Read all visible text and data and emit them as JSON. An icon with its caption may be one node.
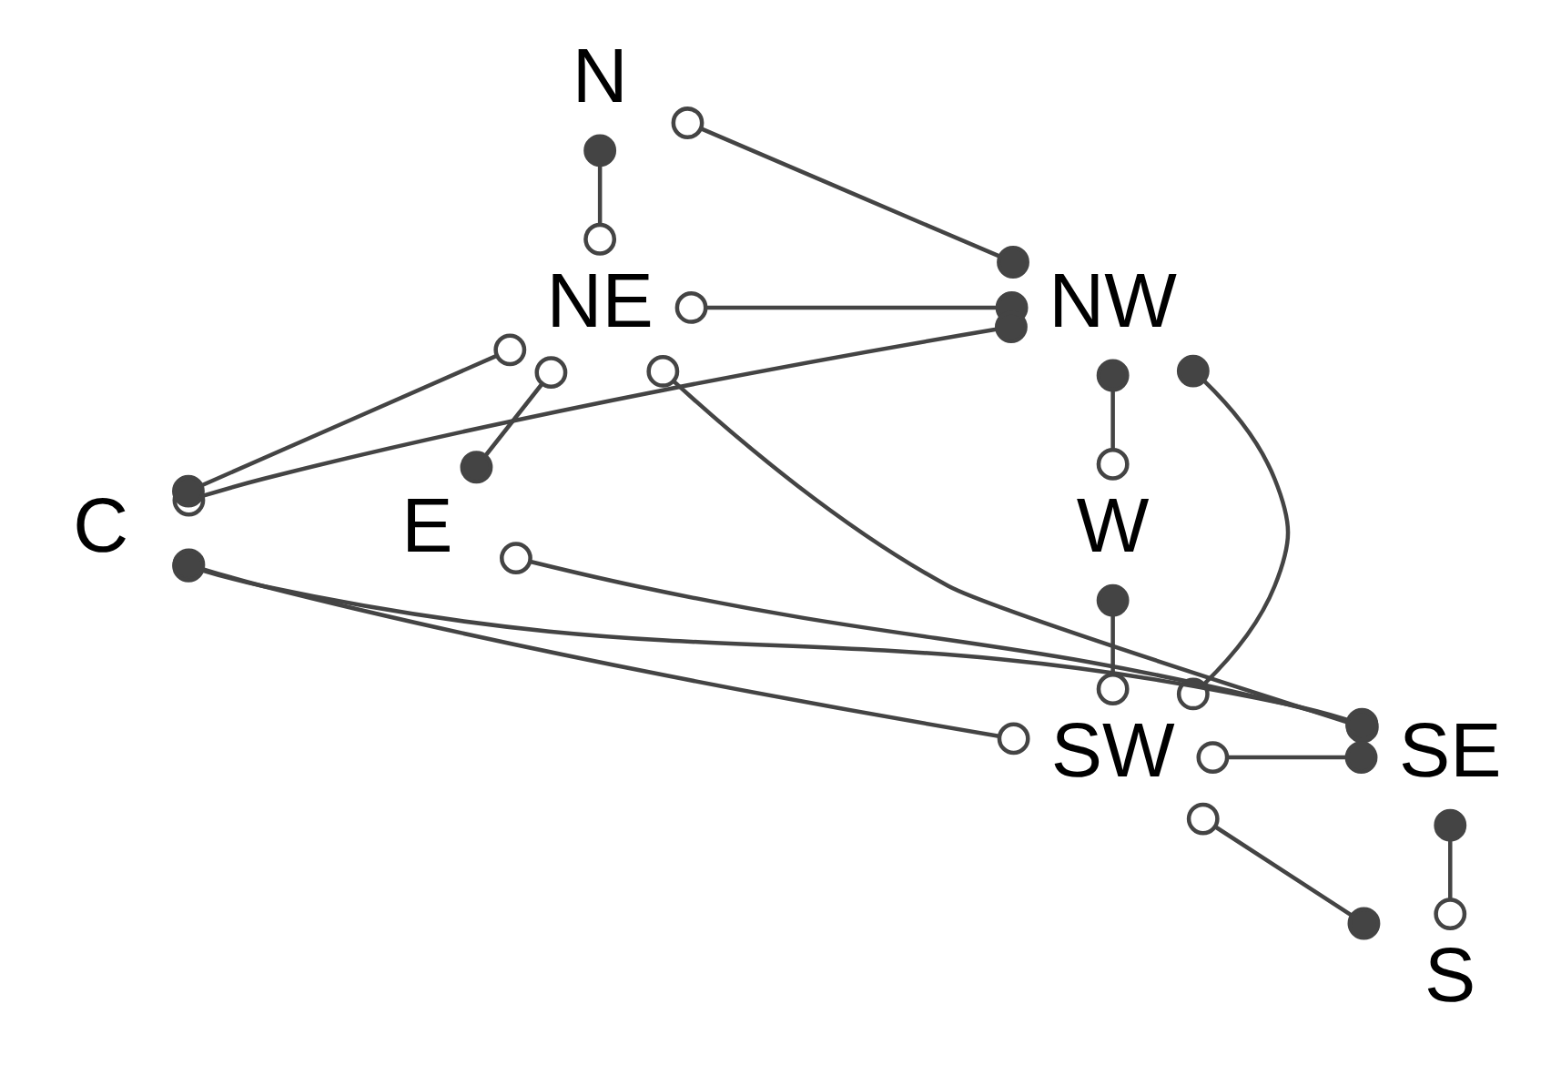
{
  "diagram": {
    "nodes": [
      {
        "text": [
          "N"
        ]
      },
      {
        "text": [
          "NW"
        ]
      },
      {
        "text": [
          "NE"
        ]
      },
      {
        "text": [
          "W"
        ]
      },
      {
        "text": [
          "C"
        ]
      },
      {
        "text": [
          "E"
        ]
      },
      {
        "text": [
          "SW"
        ]
      },
      {
        "text": [
          "SE"
        ]
      },
      {
        "text": [
          "S"
        ]
      }
    ],
    "edges": [
      {
        "from": 1,
        "to": 0,
        "arrow": "other"
      },
      {
        "from": 0,
        "to": 2,
        "arrow": "other"
      },
      {
        "from": 1,
        "to": 2,
        "arrow": "other"
      },
      {
        "from": 1,
        "to": 3,
        "arrow": "other"
      },
      {
        "from": 1,
        "to": 6,
        "arrow": "other"
      },
      {
        "from": 1,
        "to": 4,
        "arrow": "other"
      },
      {
        "from": 4,
        "to": 2,
        "arrow": "other"
      },
      {
        "from": 7,
        "to": 2,
        "arrow": "other"
      },
      {
        "from": 5,
        "to": 2,
        "arrow": "other"
      },
      {
        "from": 3,
        "to": 6,
        "arrow": "other"
      },
      {
        "from": 4,
        "to": 6,
        "arrow": "other"
      },
      {
        "from": 7,
        "to": 4,
        "arrow": "other"
      },
      {
        "from": 7,
        "to": 5,
        "arrow": "other"
      },
      {
        "from": 7,
        "to": 6,
        "arrow": "other"
      },
      {
        "from": 8,
        "to": 6,
        "arrow": "other"
      },
      {
        "from": 7,
        "to": 8,
        "arrow": "other"
      }
    ]
  }
}
